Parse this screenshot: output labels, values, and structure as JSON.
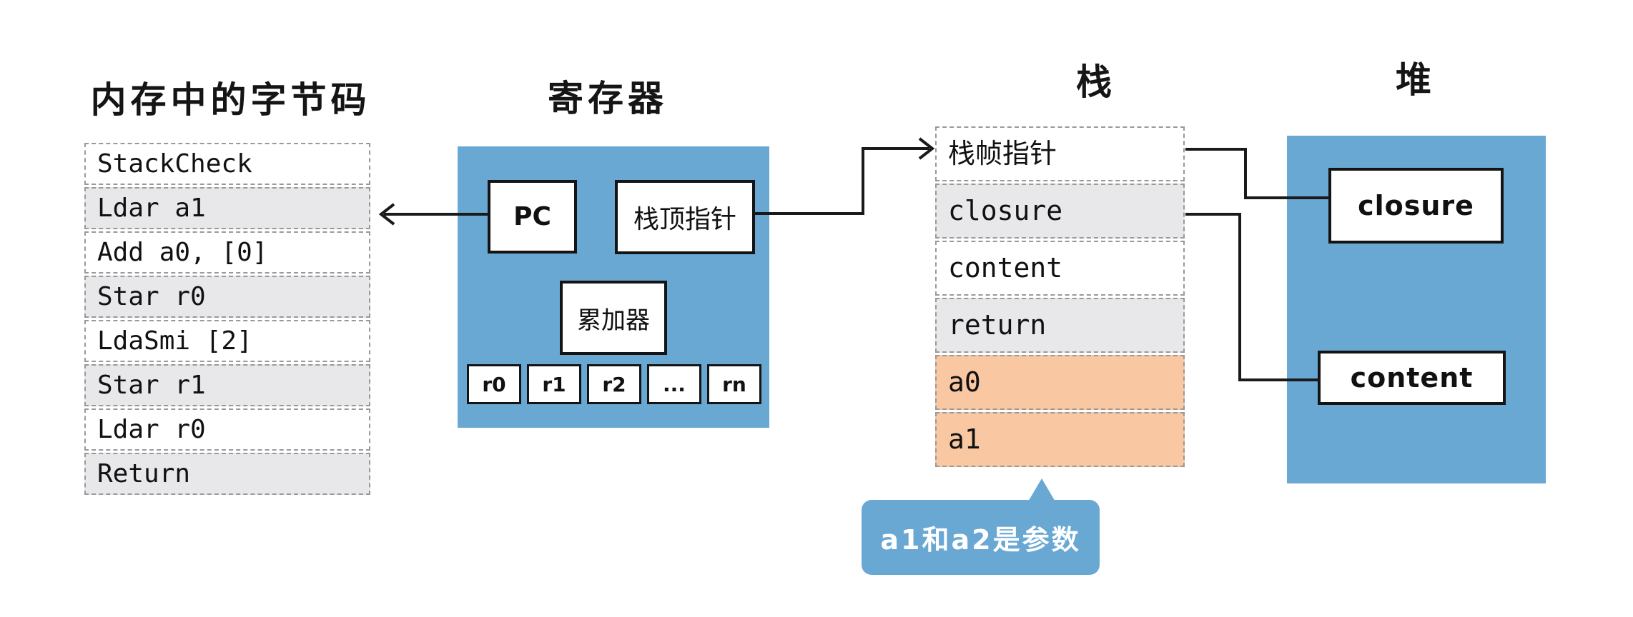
{
  "bytecode": {
    "title": "内存中的字节码",
    "rows": [
      "StackCheck",
      "Ldar a1",
      "Add a0, [0]",
      "Star r0",
      "LdaSmi [2]",
      "Star r1",
      "Ldar r0",
      "Return"
    ]
  },
  "registers": {
    "title": "寄存器",
    "pc_label": "PC",
    "stack_top_label": "栈顶指针",
    "accumulator_label": "累加器",
    "cells": [
      "r0",
      "r1",
      "r2",
      "...",
      "rn"
    ]
  },
  "stack": {
    "title": "栈",
    "rows": [
      "栈帧指针",
      "closure",
      "content",
      "return",
      "a0",
      "a1"
    ]
  },
  "heap": {
    "title": "堆",
    "boxes": [
      "closure",
      "content"
    ]
  },
  "callout": {
    "text": "a1和a2是参数"
  },
  "colors": {
    "blue": "#6aa8d4",
    "row_gray": "#e8e8ea",
    "row_orange": "#f9c8a2",
    "line": "#1a1a1a",
    "border_dash": "#999999"
  }
}
